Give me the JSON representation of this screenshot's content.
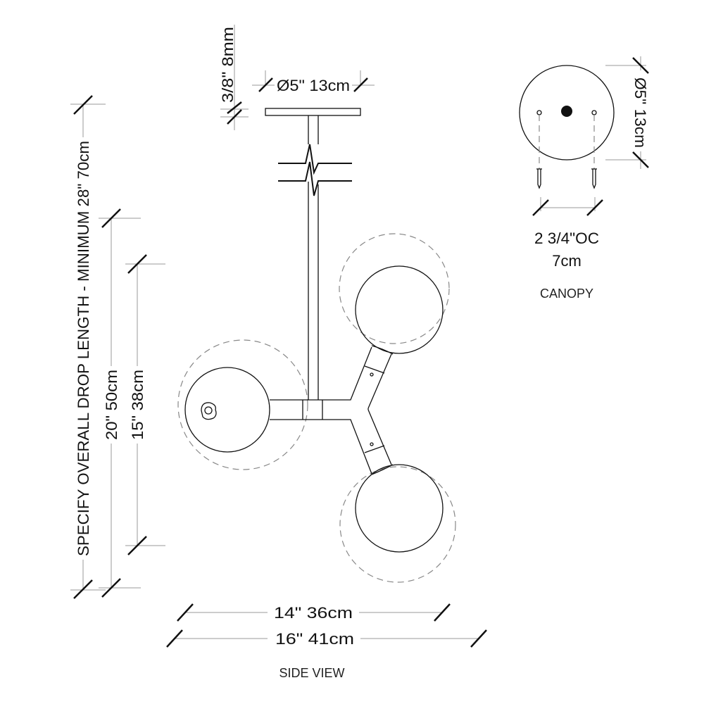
{
  "drawing": {
    "side_view_label": "SIDE VIEW",
    "canopy_label": "CANOPY",
    "dimensions": {
      "overall_drop": "SPECIFY OVERALL DROP LENGTH - MINIMUM 28\" 70cm",
      "height_20": "20\" 50cm",
      "height_15": "15\" 38cm",
      "canopy_thickness": "3/8\" 8mm",
      "canopy_diameter": "Ø5\" 13cm",
      "width_14": "14\" 36cm",
      "width_16": "16\" 41cm",
      "canopy_top_diameter": "Ø5\" 13cm",
      "mount_spacing_in": "2 3/4\"OC",
      "mount_spacing_cm": "7cm"
    }
  }
}
